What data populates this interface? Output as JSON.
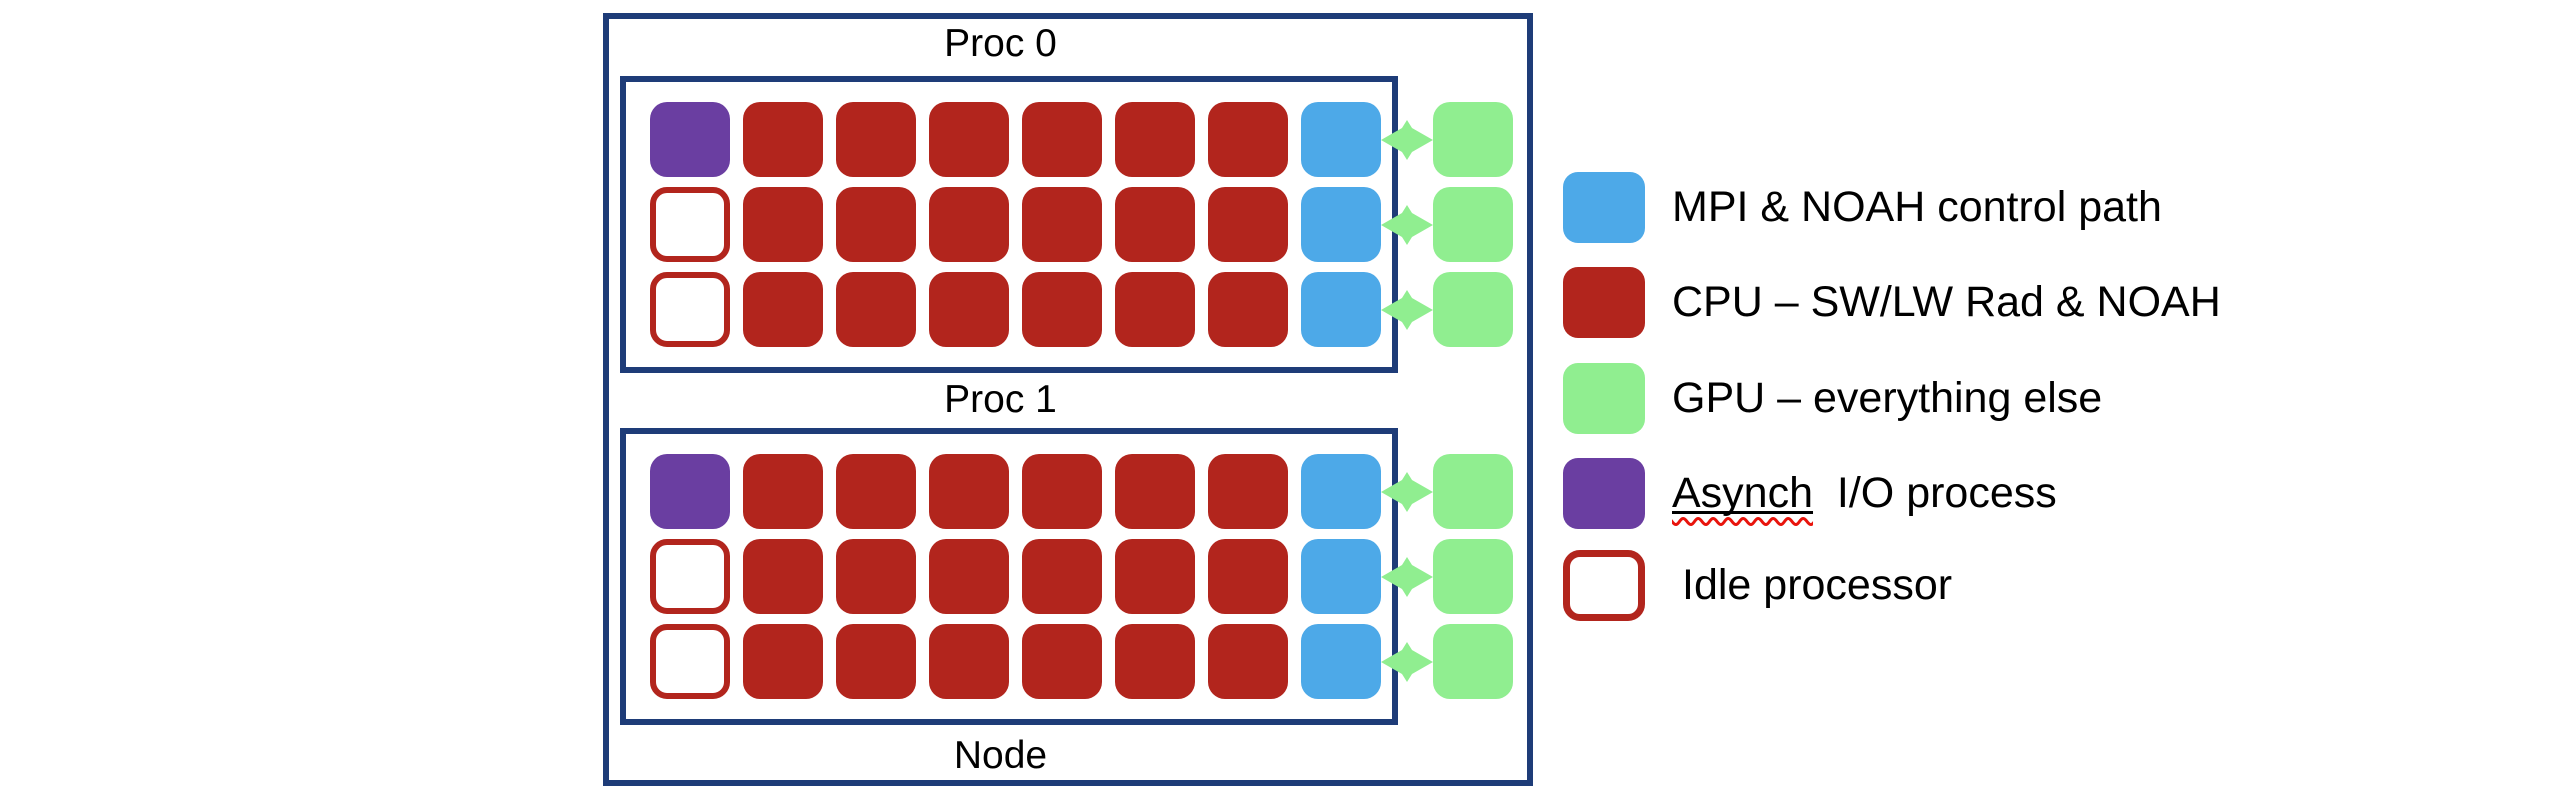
{
  "title": "Node / processor mapping diagram",
  "diagram": {
    "node_label": "Node",
    "procs": [
      {
        "label": "Proc 0",
        "rows": [
          {
            "lead": "asynch-io",
            "cpu_count": 6,
            "mpi": true,
            "gpu": true
          },
          {
            "lead": "idle",
            "cpu_count": 6,
            "mpi": true,
            "gpu": true
          },
          {
            "lead": "idle",
            "cpu_count": 6,
            "mpi": true,
            "gpu": true
          }
        ]
      },
      {
        "label": "Proc 1",
        "rows": [
          {
            "lead": "asynch-io",
            "cpu_count": 6,
            "mpi": true,
            "gpu": true
          },
          {
            "lead": "idle",
            "cpu_count": 6,
            "mpi": true,
            "gpu": true
          },
          {
            "lead": "idle",
            "cpu_count": 6,
            "mpi": true,
            "gpu": true
          }
        ]
      }
    ]
  },
  "legend": {
    "items": [
      {
        "key": "mpi",
        "color": "#4DA9E8",
        "label": "MPI & NOAH control path"
      },
      {
        "key": "cpu",
        "color": "#B2251D",
        "label": "CPU – SW/LW Rad & NOAH"
      },
      {
        "key": "gpu",
        "color": "#90EE90",
        "label": "GPU – everything else"
      },
      {
        "key": "asynch-io",
        "color": "#6A3EA1",
        "label": "Asynch  I/O process",
        "underlined_word": "Asynch",
        "rest": "  I/O process",
        "squiggle_color": "#E8140C"
      },
      {
        "key": "idle",
        "color": "#FFFFFF",
        "border_color": "#B2251D",
        "label": "Idle processor"
      }
    ]
  },
  "colors": {
    "navy_border": "#1E3C78",
    "cpu_red": "#B2251D",
    "mpi_blue": "#4DA9E8",
    "gpu_green": "#90EE90",
    "asynch_purple": "#6A3EA1",
    "idle_border_red": "#B2251D",
    "squiggle_red": "#E8140C",
    "background": "#FFFFFF",
    "text": "#000000"
  }
}
